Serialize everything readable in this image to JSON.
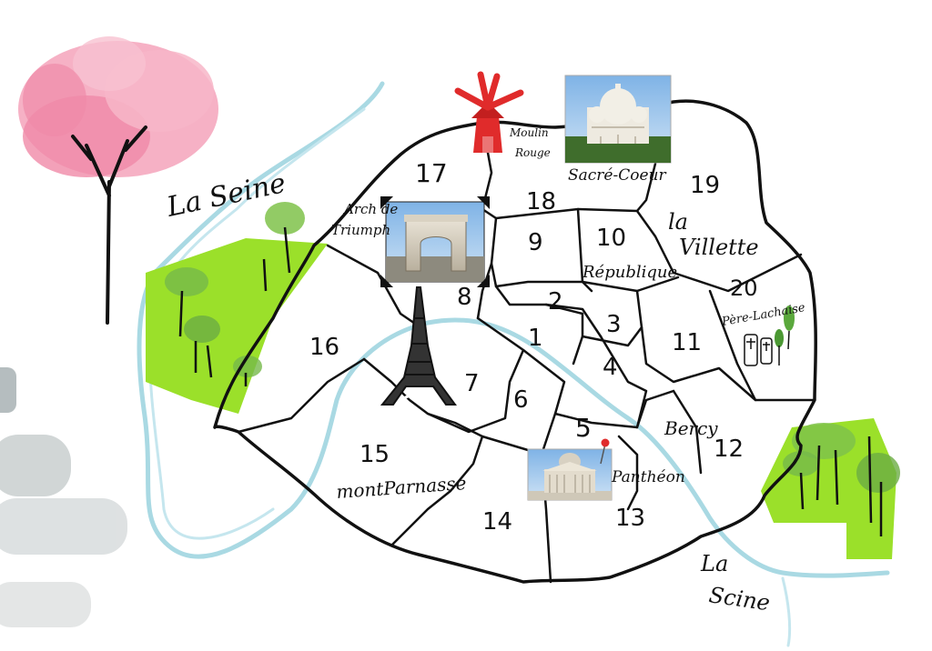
{
  "colors": {
    "river": "#a9d9e3",
    "park": "#9be02a",
    "tree_blossom": "#f08aa8",
    "windmill": "#e02b2b",
    "ink": "#111111"
  },
  "river_labels": [
    "La Seine",
    "La",
    "Scine"
  ],
  "arrondissements": [
    "1",
    "2",
    "3",
    "4",
    "5",
    "6",
    "7",
    "8",
    "9",
    "10",
    "11",
    "12",
    "13",
    "14",
    "15",
    "16",
    "17",
    "18",
    "19",
    "20"
  ],
  "districts": {
    "la": "la",
    "villette": "Villette",
    "republique": "République",
    "pere_lachaise": "Père-Lachaise",
    "bercy": "Bercy",
    "montparnasse": "montParnasse"
  },
  "landmarks": {
    "moulin_rouge": [
      "Moulin",
      "Rouge"
    ],
    "sacre_coeur": "Sacré-Coeur",
    "arc_de_triomphe": [
      "Arch de",
      "Triumph"
    ],
    "pantheon": "Panthéon"
  },
  "icons": [
    "blossom-tree-icon",
    "windmill-icon",
    "eiffel-tower-icon",
    "cemetery-cross-icon",
    "park-tree-icon",
    "map-pin-icon"
  ]
}
